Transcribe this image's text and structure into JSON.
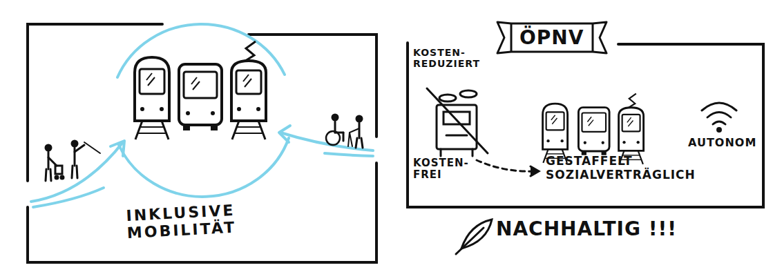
{
  "diagram": {
    "nodes": [
      {
        "text": [
          "ÖPNV"
        ]
      }
    ],
    "labels": [
      "INKLUSIVE MOBILITÄT",
      "KOSTEN- REDUZIERT",
      "AUTONOM",
      "KOSTEN- FREI",
      "GESTAFFELT SOZIALVERTRÄGLICH",
      "NACHHALTIG !!!"
    ]
  }
}
